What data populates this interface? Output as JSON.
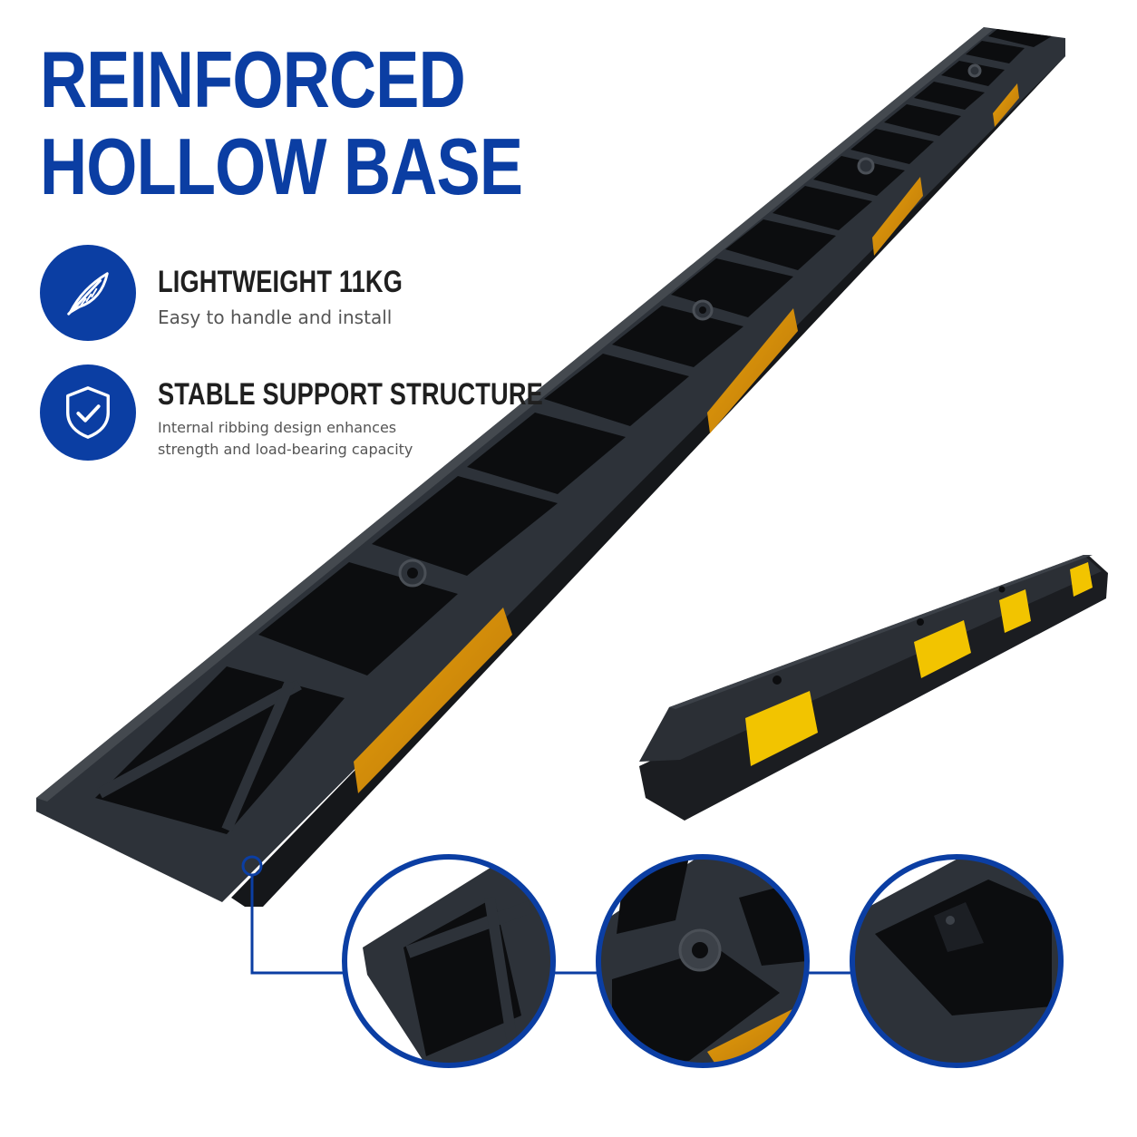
{
  "header": {
    "title_line1": "REINFORCED",
    "title_line2": "HOLLOW BASE"
  },
  "features": [
    {
      "icon": "feather-icon",
      "title": "LIGHTWEIGHT 11KG",
      "description": "Easy to handle and install"
    },
    {
      "icon": "shield-check-icon",
      "title": "STABLE SUPPORT STRUCTURE",
      "description_line1": "Internal ribbing design enhances",
      "description_line2": "strength and load-bearing capacity"
    }
  ],
  "colors": {
    "brand_blue": "#0b3ea3",
    "rubber_black": "#1c1f24",
    "reflector_yellow": "#f2c400",
    "reflector_orange": "#c98a0a"
  }
}
